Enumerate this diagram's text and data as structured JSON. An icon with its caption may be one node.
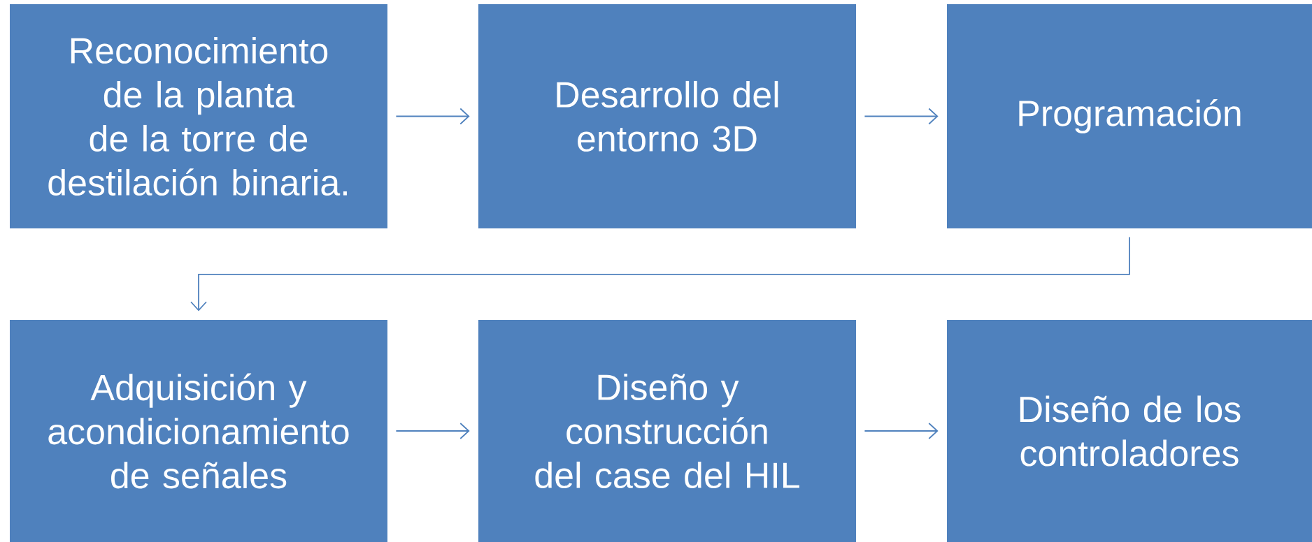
{
  "diagram": {
    "nodes": [
      {
        "text": [
          "Reconocimiento de la planta de la torre de destilación binaria."
        ]
      },
      {
        "text": [
          "Desarrollo del entorno 3D"
        ]
      },
      {
        "text": [
          "Programación"
        ]
      },
      {
        "text": [
          "Adquisición y acondicionamiento de señales"
        ]
      },
      {
        "text": [
          "Diseño y construcción del case del HIL"
        ]
      },
      {
        "text": [
          "Diseño de los controladores"
        ]
      }
    ],
    "edges": [
      {
        "from": 0,
        "to": 1,
        "arrow": "to"
      },
      {
        "from": 1,
        "to": 2,
        "arrow": "to"
      },
      {
        "from": 2,
        "to": 3,
        "arrow": "to"
      },
      {
        "from": 3,
        "to": 4,
        "arrow": "to"
      },
      {
        "from": 4,
        "to": 5,
        "arrow": "to"
      }
    ]
  }
}
